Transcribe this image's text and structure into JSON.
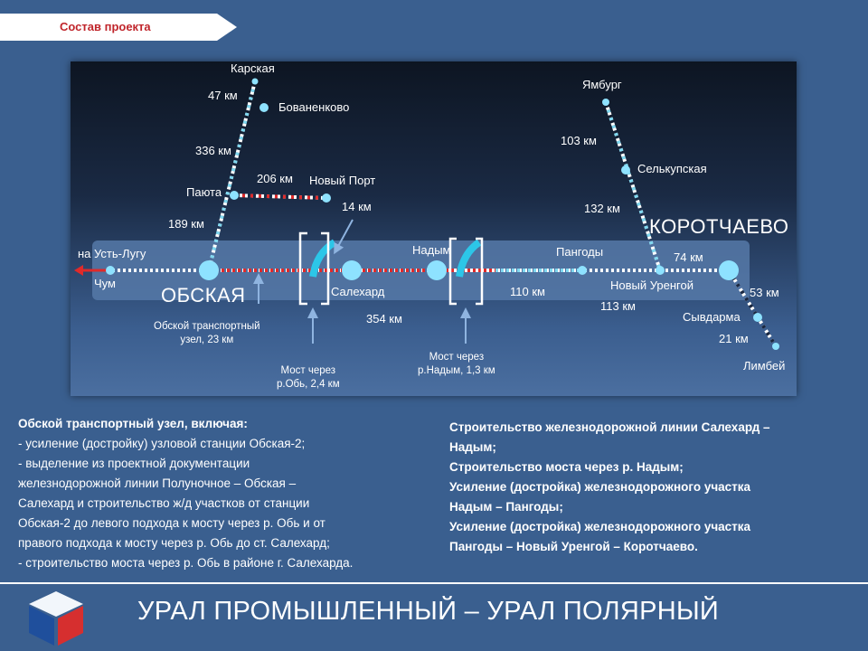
{
  "header": {
    "tab_label": "Состав проекта"
  },
  "map": {
    "stations": {
      "karskaya": "Карская",
      "bovanenkovo": "Бованенково",
      "payuta": "Паюта",
      "novy_port": "Новый Порт",
      "ust_lugu": "на Усть-Лугу",
      "chum": "Чум",
      "obskaya": "ОБСКАЯ",
      "salekhard": "Салехард",
      "nadym": "Надым",
      "pangody": "Пангоды",
      "yamburg": "Ямбург",
      "selkupskaya": "Селькупская",
      "korotchaevo": "КОРОТЧАЕВО",
      "novy_urengoy": "Новый Уренгой",
      "syvdarma": "Сывдарма",
      "limbey": "Лимбей"
    },
    "distances": {
      "karskaya_bovanenkovo": "47 км",
      "bovanenkovo_payuta": "336 км",
      "payuta_novy_port": "206 км",
      "payuta_obskaya": "189 км",
      "novy_port_spur": "14 км",
      "obskaya_nadym": "354 км",
      "nadym_pangody": "110 км",
      "pangody_urengoy": "113 км",
      "yamburg_selkupskaya": "103 км",
      "selkupskaya_urengoy": "132 км",
      "urengoy_korotchaevo": "74 км",
      "korotchaevo_syvdarma": "53 км",
      "syvdarma_limbey": "21 км"
    },
    "annotations": {
      "obskaya_hub": "Обской транспортный\nузел, 23 км",
      "ob_bridge": "Мост через\nр.Обь, 2,4 км",
      "nadym_bridge": "Мост через\nр.Надым, 1,3 км"
    }
  },
  "left_column": [
    "Обской транспортный узел, включая:",
    "- усиление (достройку) узловой станции Обская-2;",
    "- выделение из проектной документации",
    "железнодорожной линии Полуночное – Обская –",
    "Салехард и строительство ж/д участков от станции",
    "Обская-2 до левого подхода к мосту через р. Обь и от",
    "правого подхода к мосту через р. Обь до ст. Салехард;",
    "- строительство моста через р. Обь в районе г. Салехарда."
  ],
  "right_column": [
    "Строительство железнодорожной линии Салехард –",
    "Надым;",
    "Строительство моста через р. Надым;",
    "Усиление (достройка) железнодорожного участка",
    "Надым – Пангоды;",
    "Усиление (достройка) железнодорожного участка",
    "Пангоды – Новый Уренгой – Коротчаево."
  ],
  "footer": {
    "title": "УРАЛ ПРОМЫШЛЕННЫЙ – УРАЛ ПОЛЯРНЫЙ"
  },
  "colors": {
    "background": "#3a5f8f",
    "accent_red": "#c0252b",
    "line_cyan": "#7fd8f0",
    "line_red": "#e02a2a",
    "bridge_cyan": "#2cc6e8"
  }
}
